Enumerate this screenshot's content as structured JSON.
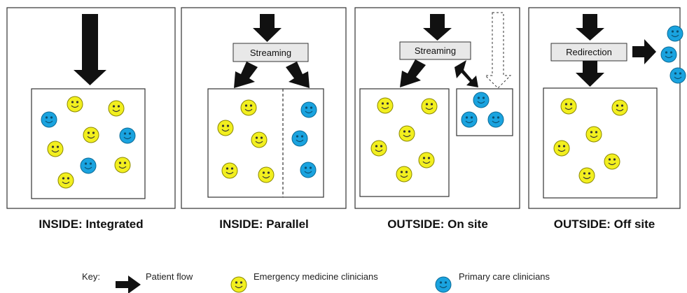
{
  "panels": [
    {
      "caption": "INSIDE: Integrated"
    },
    {
      "caption": "INSIDE: Parallel",
      "label": "Streaming"
    },
    {
      "caption": "OUTSIDE: On site",
      "label": "Streaming"
    },
    {
      "caption": "OUTSIDE: Off site",
      "label": "Redirection"
    }
  ],
  "key": {
    "title": "Key:",
    "patient_flow": "Patient flow",
    "emergency": "Emergency medicine clinicians",
    "primary": "Primary care clinicians"
  },
  "colors": {
    "emergency": "#f2ef1f",
    "primary": "#1aa3df",
    "label_box": "#e8e8e8"
  }
}
